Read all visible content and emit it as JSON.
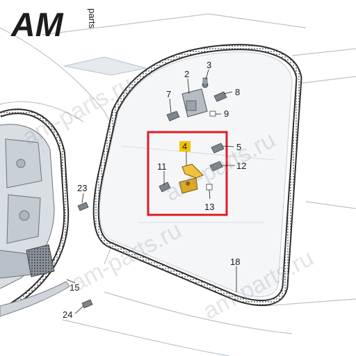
{
  "logo": {
    "brand": "AM",
    "suffix": "parts"
  },
  "watermark": {
    "text": "am-parts.ru"
  },
  "callouts": [
    {
      "id": "2",
      "text": "2"
    },
    {
      "id": "3",
      "text": "3"
    },
    {
      "id": "4",
      "text": "4",
      "highlighted": true
    },
    {
      "id": "5",
      "text": "5"
    },
    {
      "id": "7",
      "text": "7"
    },
    {
      "id": "8",
      "text": "8"
    },
    {
      "id": "9",
      "text": "9"
    },
    {
      "id": "11",
      "text": "11"
    },
    {
      "id": "12",
      "text": "12"
    },
    {
      "id": "13",
      "text": "13"
    },
    {
      "id": "15",
      "text": "15"
    },
    {
      "id": "18",
      "text": "18"
    },
    {
      "id": "23",
      "text": "23"
    },
    {
      "id": "24",
      "text": "24"
    }
  ],
  "colors": {
    "highlight_box": "#e01b24",
    "highlight_label": "#f2c200",
    "highlight_part": "#e0a81c",
    "seal": "#3a3a3a",
    "panel_line": "#b8c2cc",
    "glass": "#e6eaee"
  }
}
